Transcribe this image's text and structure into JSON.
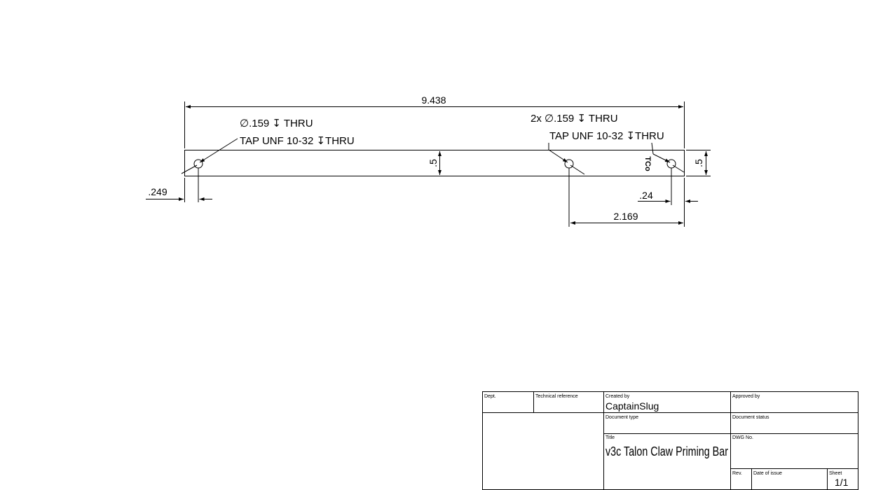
{
  "dimensions": {
    "overall_length": "9.438",
    "left_hole_offset": ".249",
    "right_hole_offset": ".24",
    "hole_spacing_right": "2.169",
    "height_inner": ".5",
    "height_right": ".5"
  },
  "callouts": {
    "left_line1": "∅.159 ↧ THRU",
    "left_line2": "TAP UNF 10-32 ↧THRU",
    "right_line1": "2x  ∅.159 ↧ THRU",
    "right_line2": "TAP UNF 10-32 ↧THRU",
    "engraved_text": "TCo"
  },
  "title_block": {
    "dept_label": "Dept.",
    "dept_value": "",
    "tech_ref_label": "Technical reference",
    "created_by_label": "Created by",
    "created_by_value": "CaptainSlug",
    "approved_by_label": "Approved by",
    "doc_type_label": "Document type",
    "doc_status_label": "Document status",
    "title_label": "Title",
    "title_value": "v3c Talon Claw Priming Bar",
    "dwg_no_label": "DWG No.",
    "rev_label": "Rev.",
    "date_label": "Date of issue",
    "sheet_label": "Sheet",
    "sheet_value": "1/1"
  }
}
